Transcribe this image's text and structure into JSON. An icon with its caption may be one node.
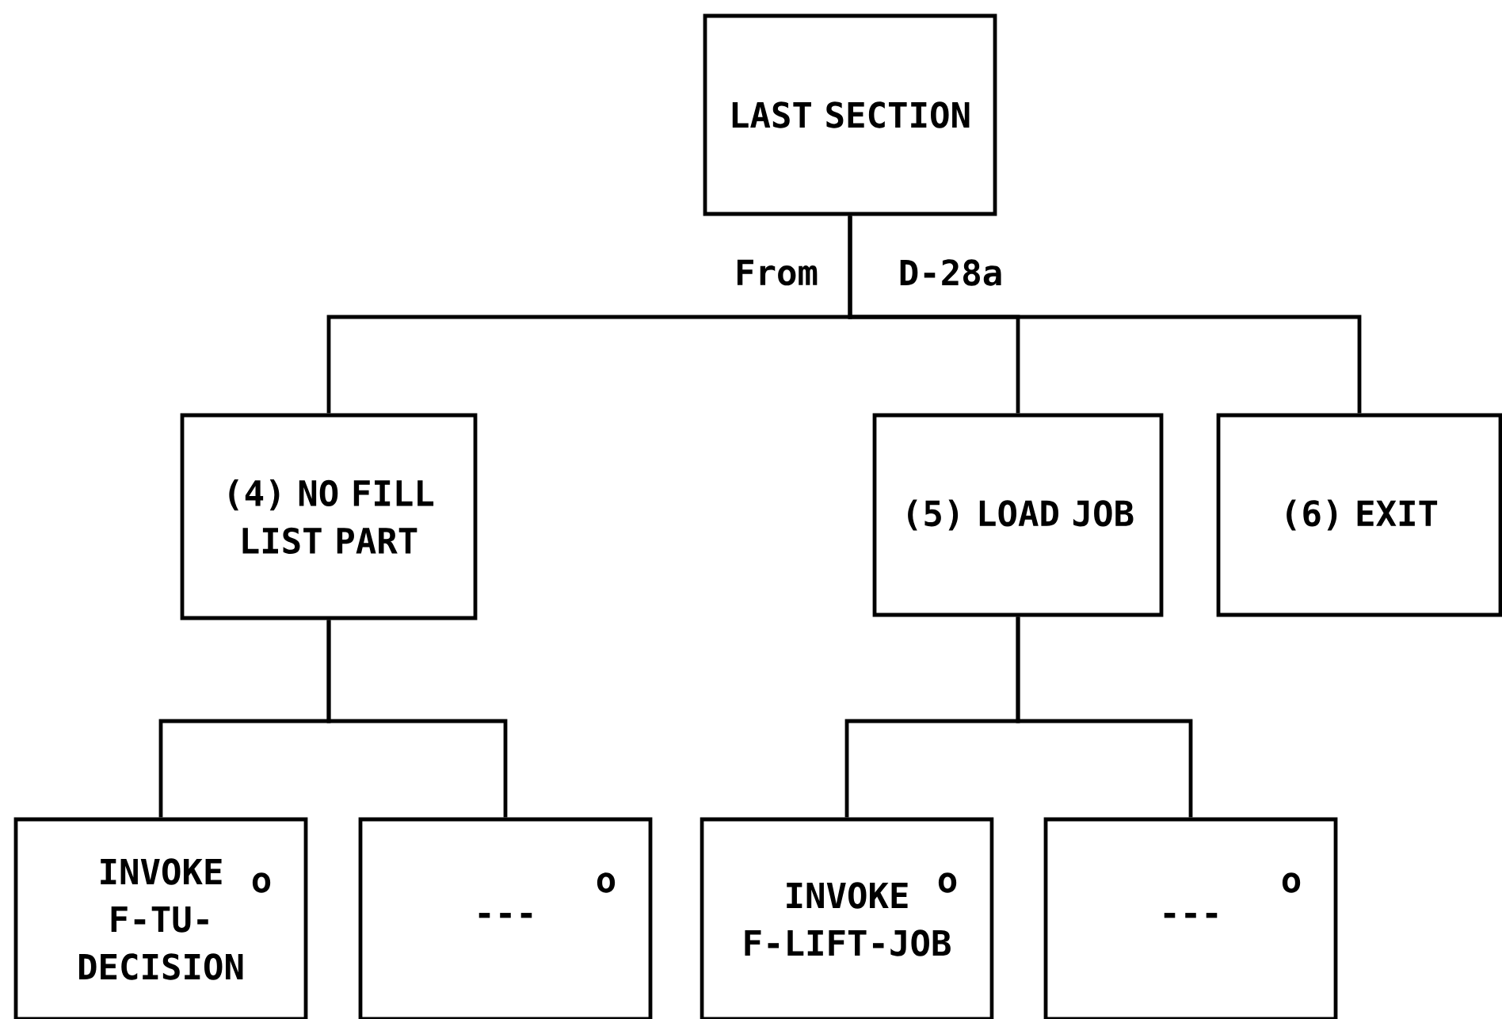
{
  "diagram": {
    "nodes": [
      {
        "text": [
          "LAST SECTION"
        ]
      },
      {
        "text": [
          "(4) NO FILL LIST PART"
        ]
      },
      {
        "text": [
          "(5) LOAD JOB"
        ]
      },
      {
        "text": [
          "(6) EXIT"
        ]
      },
      {
        "text": [
          "INVOKE F-TU-DECISION",
          "o"
        ]
      },
      {
        "text": [
          "---",
          "o"
        ]
      },
      {
        "text": [
          "INVOKE F-LIFT-JOB",
          "o"
        ]
      },
      {
        "text": [
          "---",
          "o"
        ]
      }
    ],
    "edges": [
      {
        "from": 0,
        "to": 1,
        "arrow": "none"
      },
      {
        "from": 0,
        "to": 2,
        "arrow": "none"
      },
      {
        "from": 0,
        "to": 3,
        "arrow": "none"
      },
      {
        "from": 1,
        "to": 4,
        "arrow": "none"
      },
      {
        "from": 1,
        "to": 5,
        "arrow": "none"
      },
      {
        "from": 2,
        "to": 6,
        "arrow": "none"
      },
      {
        "from": 2,
        "to": 7,
        "arrow": "none"
      }
    ],
    "labels": [
      "From",
      "D-28a"
    ]
  }
}
